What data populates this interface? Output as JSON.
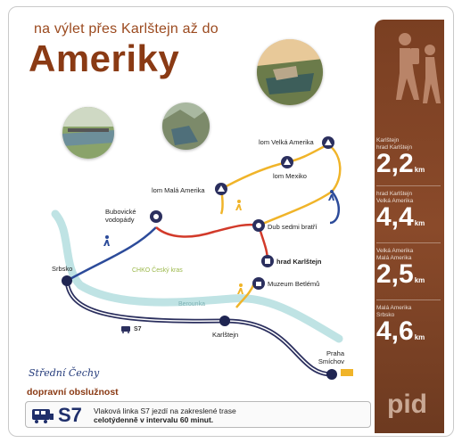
{
  "title": {
    "small": "na výlet přes Karlštejn až do",
    "big": "Ameriky"
  },
  "places": {
    "lom_velka_amerika": "lom Velká Amerika",
    "lom_mexiko": "lom Mexiko",
    "lom_mala_amerika": "lom Malá Amerika",
    "bubovicke_vodopady": "Bubovické vodopády",
    "dub_sedmi_bratri": "Dub sedmi bratří",
    "hrad_karlstejn": "hrad Karlštejn",
    "muzeum_betlemu": "Muzeum Betlémů",
    "srbsko": "Srbsko",
    "karlstejn": "Karlštejn",
    "praha_smichov": "Praha Smíchov"
  },
  "area_label": "CHKO Český kras",
  "railway": {
    "river_label": "Berounka",
    "line_label": "S7",
    "s7_color": "#2b2f5e",
    "river_color": "#bfe3e4"
  },
  "route_colors": {
    "blue": "#2c4b9a",
    "red": "#d23a2a",
    "yellow": "#f0b429"
  },
  "brand": "Střední Čechy",
  "transport": {
    "heading": "dopravní obslužnost",
    "badge": "S7",
    "text_line1": "Vlaková linka S7 jezdí na zakreslené trase",
    "text_line2": "celotýdenně v intervalu 60 minut."
  },
  "sidebar": {
    "color": "#7a3f22",
    "segments": [
      {
        "from": "Karlštejn",
        "to": "hrad Karlštejn",
        "value": "2,2",
        "unit": "km"
      },
      {
        "from": "hrad Karlštejn",
        "to": "Velká Amerika",
        "value": "4,4",
        "unit": "km"
      },
      {
        "from": "Velká Amerika",
        "to": "Malá Amerika",
        "value": "2,5",
        "unit": "km"
      },
      {
        "from": "Malá Amerika",
        "to": "Srbsko",
        "value": "4,6",
        "unit": "km"
      }
    ],
    "logo": "pid"
  }
}
